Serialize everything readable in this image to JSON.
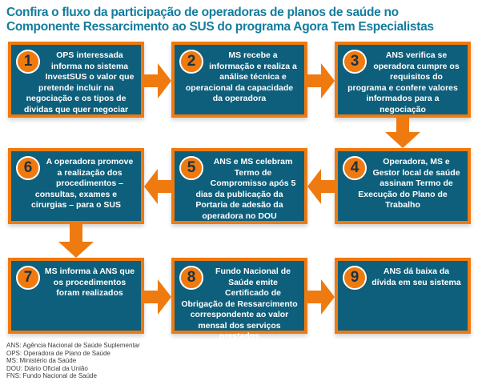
{
  "title": {
    "line1": "Confira o fluxo da participação de operadoras de planos de saúde no",
    "line2": "Componente Ressarcimento ao SUS do programa Agora Tem Especialistas"
  },
  "colors": {
    "box_teal": "#0E5F7B",
    "arrow_orange": "#EF7A10",
    "title_teal": "#147C9D"
  },
  "steps": [
    {
      "number": "1",
      "text": "OPS interessada informa no sistema InvestSUS o valor que pretende incluir na negociação e os tipos de dividas que quer negociar"
    },
    {
      "number": "2",
      "text": "MS recebe a informação e realiza a análise técnica e operacional da capacidade da operadora"
    },
    {
      "number": "3",
      "text": "ANS verifica se operadora cumpre os requisitos do programa e confere valores informados para a negociação"
    },
    {
      "number": "4",
      "text": "Operadora, MS e Gestor local de saúde assinam Termo de Execução do Plano de Trabalho"
    },
    {
      "number": "5",
      "text": "ANS e MS celebram Termo de Compromisso após 5 dias da publicação da Portaria de adesão da operadora no DOU"
    },
    {
      "number": "6",
      "text": "A operadora promove a realização dos procedimentos – consultas, exames e cirurgias – para o SUS"
    },
    {
      "number": "7",
      "text": "MS informa à ANS que os procedimentos foram realizados"
    },
    {
      "number": "8",
      "text": "Fundo Nacional de Saúde emite Certificado de Obrigação de Ressarcimento correspondente ao valor mensal dos serviços prestados"
    },
    {
      "number": "9",
      "text": "ANS dá baixa da dívida em seu sistema"
    }
  ],
  "legend": {
    "items": [
      "ANS: Agência Nacional de Saúde Suplementar",
      "OPS: Operadora de Plano de Saúde",
      "MS: Ministério da Saúde",
      "DOU: Diário Oficial da União",
      "FNS: Fundo Nacional de Saúde"
    ]
  }
}
